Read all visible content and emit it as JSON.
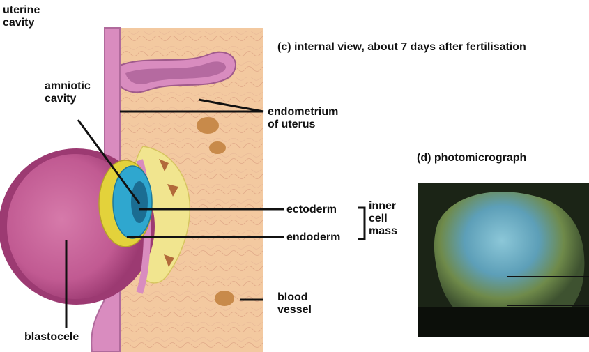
{
  "labels": {
    "uterine_cavity": "uterine\ncavity",
    "caption_c": "(c) internal view, about 7 days after fertilisation",
    "amniotic_cavity": "amniotic\ncavity",
    "endometrium": "endometrium\nof uterus",
    "caption_d": "(d) photomicrograph",
    "ectoderm": "ectoderm",
    "endoderm": "endoderm",
    "inner_cell_mass": "inner\ncell\nmass",
    "blood_vessel": "blood\nvessel",
    "blastocele": "blastocele"
  },
  "colors": {
    "endometrium_tissue": "#f3c9a0",
    "uterine_wall": "#d98cbf",
    "blastocyst_wall": "#b5467f",
    "ectoderm": "#2fa7cf",
    "endoderm": "#e3d23b",
    "photo_background": "#1b2416",
    "photo_embryo": "#6fb0c8"
  }
}
